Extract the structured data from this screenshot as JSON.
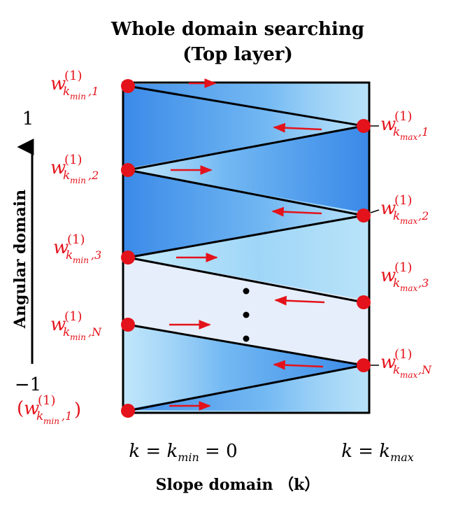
{
  "title": {
    "line1": "Whole domain searching",
    "line2": "(Top layer)"
  },
  "y_axis": {
    "label": "Angular domain",
    "top_tick": "1",
    "bottom_tick": "−1"
  },
  "x_axis": {
    "label": "Slope domain （k）",
    "left_formula": "k = k_min = 0",
    "right_formula": "k = k_max"
  },
  "left_labels": [
    {
      "w": "w",
      "sup": "(1)",
      "sub": "k",
      "subsub": "min",
      "idx": ",1",
      "paren": false
    },
    {
      "w": "w",
      "sup": "(1)",
      "sub": "k",
      "subsub": "min",
      "idx": ",2",
      "paren": false
    },
    {
      "w": "w",
      "sup": "(1)",
      "sub": "k",
      "subsub": "min",
      "idx": ",3",
      "paren": false
    },
    {
      "w": "w",
      "sup": "(1)",
      "sub": "k",
      "subsub": "min",
      "idx": ",N",
      "paren": false
    },
    {
      "w": "w",
      "sup": "(1)",
      "sub": "k",
      "subsub": "min",
      "idx": ",1",
      "paren": true
    }
  ],
  "right_labels": [
    {
      "w": "w",
      "sup": "(1)",
      "sub": "k",
      "subsub": "max",
      "idx": ",1"
    },
    {
      "w": "w",
      "sup": "(1)",
      "sub": "k",
      "subsub": "max",
      "idx": ",2"
    },
    {
      "w": "w",
      "sup": "(1)",
      "sub": "k",
      "subsub": "max",
      "idx": ",3"
    },
    {
      "w": "w",
      "sup": "(1)",
      "sub": "k",
      "subsub": "max",
      "idx": ",N"
    }
  ],
  "colors": {
    "node": "#e4121a",
    "arrow": "#e4121a",
    "frame": "#000000",
    "band_light": "#bfe6fb",
    "band_dark": "#2f86e8",
    "gap_fill": "#e6eefb"
  }
}
